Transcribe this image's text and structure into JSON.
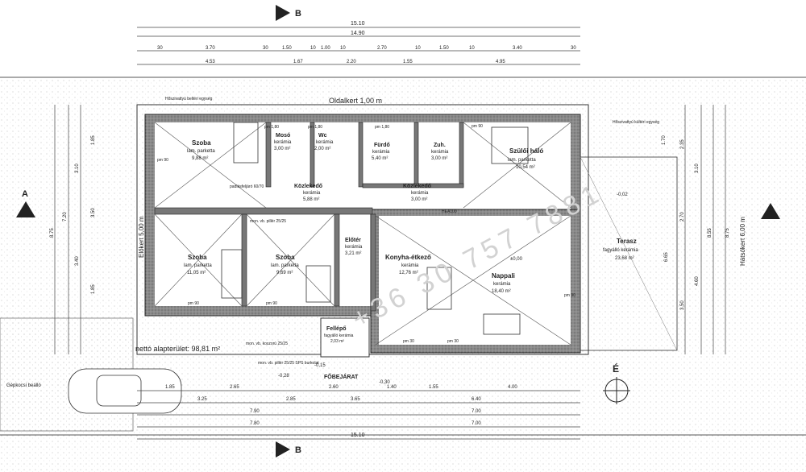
{
  "section_markers": {
    "b": "B",
    "a": "A"
  },
  "dims_top": {
    "total": "15.10",
    "inner": "14.90",
    "row3": [
      "30",
      "3.70",
      "30",
      "1.50",
      "10",
      "1.00",
      "10",
      "2.70",
      "10",
      "1.50",
      "10",
      "3.40",
      "30"
    ],
    "row4": [
      "4.53",
      "1.67",
      "2.20",
      "1.55",
      "4.95"
    ]
  },
  "dims_bottom": {
    "row1": [
      "1.85",
      "2.65",
      "2.60",
      "1.40",
      "1.55",
      "4.00"
    ],
    "row2": [
      "3.25",
      "2.85",
      "3.65",
      "6.40"
    ],
    "row3": [
      "7.90",
      "7.00"
    ],
    "row4": [
      "7.80",
      "7.00"
    ],
    "total": "15.10"
  },
  "dims_left": [
    "7.20",
    "8.75",
    "3.10",
    "1.85",
    "3.40",
    "1.85",
    "3.50"
  ],
  "dims_right": [
    "1.70",
    "2.35",
    "3.10",
    "2.70",
    "8.55",
    "4.60",
    "3.50",
    "8.75",
    "6.65"
  ],
  "gardens": {
    "side": "Oldalkert 1,00 m",
    "front": "Előkert 5,00 m",
    "back": "Hátsókert 6,00 m"
  },
  "notes": {
    "heat_left": "Hőszivattyú beltéri egység",
    "heat_right": "Hőszivattyú kültéri egység",
    "attic": "padlásfeljáró 60/70",
    "pillar": "mon. vb. pillér 25/25",
    "hea": "HEA100",
    "slab": "mon. vb. koszorú 25/25",
    "pillar_sps": "mon. vb. pillér 25/25 SPS burkolat",
    "net_area": "nettó alapterület: 98,81 m²",
    "parking": "Gépkocsi beálló",
    "entrance": "FŐBEJÁRAT",
    "north": "É",
    "phone": "+36 30 757 7881"
  },
  "rooms": [
    {
      "name": "Szoba",
      "floor": "lam. parketta",
      "area": "9,88 m²"
    },
    {
      "name": "Mosó",
      "floor": "kerámia",
      "area": "3,00 m²"
    },
    {
      "name": "Wc",
      "floor": "kerámia",
      "area": "2,00 m²"
    },
    {
      "name": "Fürdő",
      "floor": "kerámia",
      "area": "5,40 m²"
    },
    {
      "name": "Zuh.",
      "floor": "kerámia",
      "area": "3,00 m²"
    },
    {
      "name": "Szülői háló",
      "floor": "lam. parketta",
      "area": "10,54 m²"
    },
    {
      "name": "Közlekedő",
      "floor": "kerámia",
      "area": "5,88 m²"
    },
    {
      "name": "Közlekedő",
      "floor": "kerámia",
      "area": "3,00 m²"
    },
    {
      "name": "Szoba",
      "floor": "lam. parketta",
      "area": "11,05 m²"
    },
    {
      "name": "Szoba",
      "floor": "lam. parketta",
      "area": "9,69 m²"
    },
    {
      "name": "Előtér",
      "floor": "kerámia",
      "area": "3,21 m²"
    },
    {
      "name": "Konyha-étkező",
      "floor": "kerámia",
      "area": "12,76 m²"
    },
    {
      "name": "Nappali",
      "floor": "kerámia",
      "area": "18,40 m²"
    },
    {
      "name": "Terasz",
      "floor": "fagyálló kerámia",
      "area": "23,68 m²"
    },
    {
      "name": "Fellépő",
      "floor": "fagyálló kerámia",
      "area": "2,03 m²"
    }
  ],
  "levels": {
    "inside": "±0,00",
    "terrace": "-0,02",
    "step": "-0,15",
    "ground1": "-0,28",
    "ground2": "-0,30"
  },
  "windows": [
    "pm 1,80",
    "pm 1,80",
    "pm 1,80",
    "pm 90",
    "pm 90",
    "pm 90",
    "pm 90",
    "pm 30",
    "pm 30",
    "pm 90"
  ]
}
